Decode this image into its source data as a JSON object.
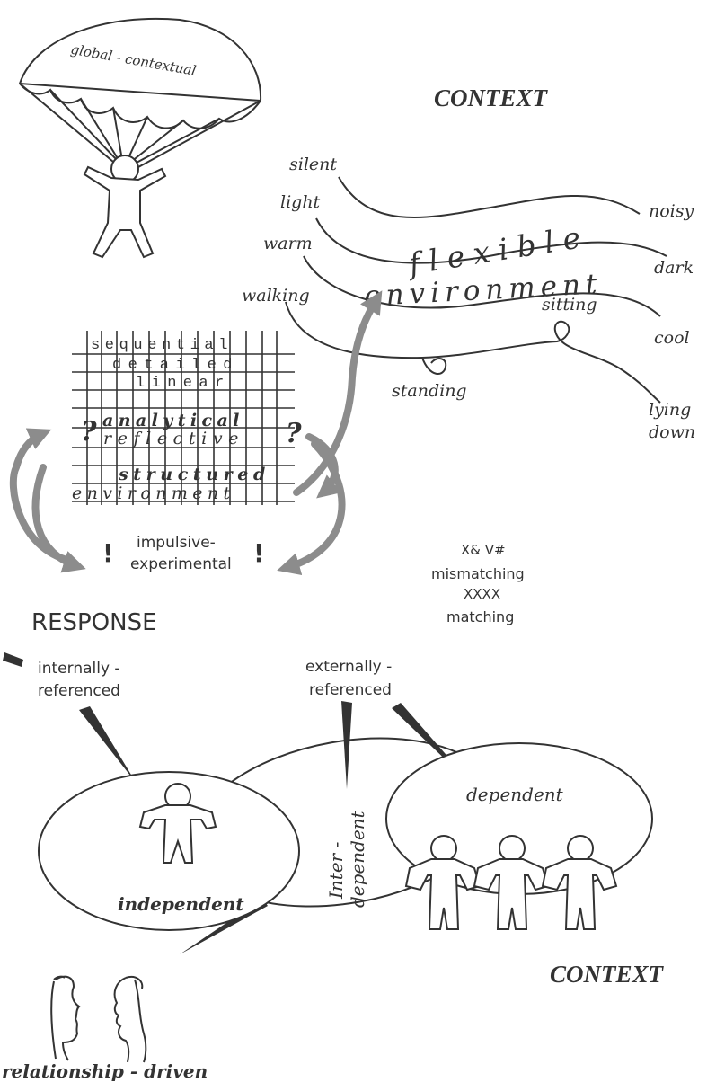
{
  "headings": {
    "context_top": "CONTEXT",
    "context_bottom": "CONTEXT",
    "response": "RESPONSE"
  },
  "parachute": {
    "label": "global - contextual"
  },
  "sensory_environment": {
    "flexible": "flexible",
    "environment": "environment",
    "labels": {
      "silent": "silent",
      "light": "light",
      "warm": "warm",
      "walking": "walking",
      "noisy": "noisy",
      "dark": "dark",
      "cool": "cool",
      "sitting": "sitting",
      "standing": "standing",
      "lying": "lying",
      "down": "down"
    }
  },
  "structured_grid": {
    "rows": [
      "sequential",
      "detailed",
      "linear",
      "analytical",
      "reflective",
      "structured",
      "environment"
    ],
    "question_mark": "?",
    "exclamation": "!",
    "impulsive_line1": "impulsive-",
    "impulsive_line2": "experimental"
  },
  "matching": {
    "line1": "X& V#",
    "line2": "mismatching",
    "line3": "XXXX",
    "line4": "matching"
  },
  "referencing": {
    "internal_line1": "internally -",
    "internal_line2": "referenced",
    "external_line1": "externally -",
    "external_line2": "referenced"
  },
  "groups": {
    "independent": "independent",
    "inter_line1": "Inter -",
    "inter_line2": "dependent",
    "dependent": "dependent",
    "relationship": "relationship - driven"
  }
}
